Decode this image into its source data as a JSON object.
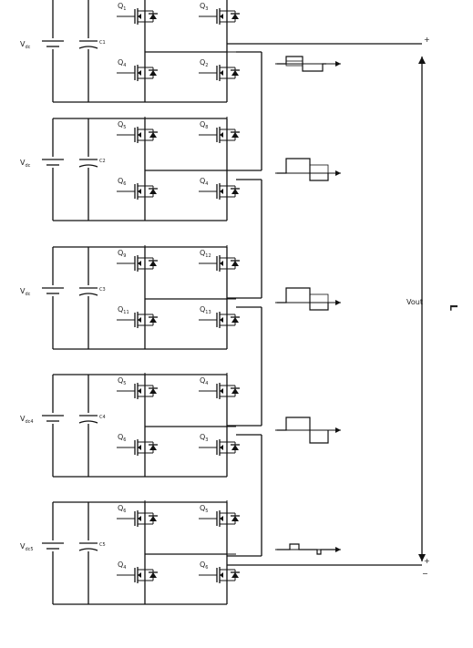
{
  "cells": [
    {
      "source": "Vdc",
      "cap": "C1",
      "switches": [
        {
          "name": "Q",
          "sub": "1"
        },
        {
          "name": "Q",
          "sub": "3"
        },
        {
          "name": "Q",
          "sub": "4"
        },
        {
          "name": "Q",
          "sub": "2"
        }
      ],
      "wave": "pulse-small"
    },
    {
      "source": "Vdc",
      "cap": "C2",
      "switches": [
        {
          "name": "Q",
          "sub": "5"
        },
        {
          "name": "Q",
          "sub": "8"
        },
        {
          "name": "Q",
          "sub": "6"
        },
        {
          "name": "Q",
          "sub": "4"
        }
      ],
      "wave": "pulse-step"
    },
    {
      "source": "Vdc",
      "cap": "C3",
      "switches": [
        {
          "name": "Q",
          "sub": "9"
        },
        {
          "name": "Q",
          "sub": "12"
        },
        {
          "name": "Q",
          "sub": "11"
        },
        {
          "name": "Q",
          "sub": "13"
        }
      ],
      "wave": "pulse-step"
    },
    {
      "source": "Vdc4",
      "cap": "C4",
      "switches": [
        {
          "name": "Q",
          "sub": "5"
        },
        {
          "name": "Q",
          "sub": "4"
        },
        {
          "name": "Q",
          "sub": "6"
        },
        {
          "name": "Q",
          "sub": "3"
        }
      ],
      "wave": "square"
    },
    {
      "source": "Vdc5",
      "cap": "C5",
      "switches": [
        {
          "name": "Q",
          "sub": "6"
        },
        {
          "name": "Q",
          "sub": "5"
        },
        {
          "name": "Q",
          "sub": "4"
        },
        {
          "name": "Q",
          "sub": "6"
        }
      ],
      "wave": "narrow"
    }
  ],
  "output": {
    "voltage_label": "Vout",
    "load_label": "L",
    "plus": "+",
    "minus": "−"
  }
}
